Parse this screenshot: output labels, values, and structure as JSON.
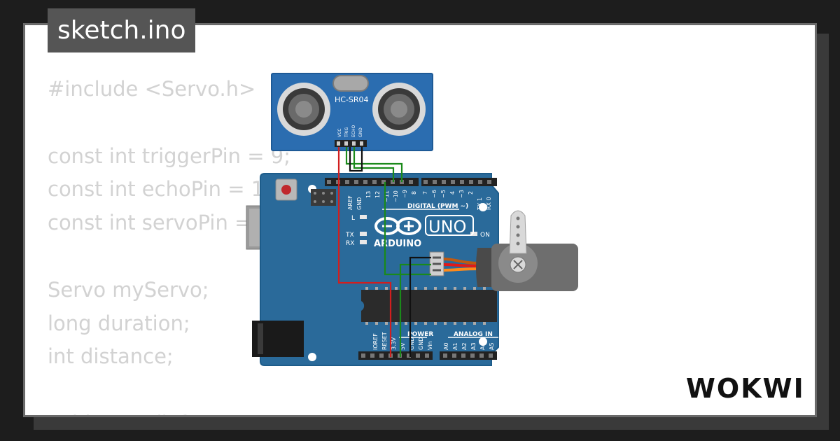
{
  "window": {
    "tab_label": "sketch.ino"
  },
  "code_lines": [
    "#include <Servo.h>",
    "",
    "const int triggerPin = 9;",
    "const int echoPin = 1",
    "const int servoPin =",
    "",
    "Servo myServo;",
    "long duration;",
    "int distance;",
    "",
    "void setup() {"
  ],
  "sensor": {
    "model": "HC-SR04",
    "pins": [
      "VCC",
      "TRIG",
      "ECHO",
      "GND"
    ]
  },
  "board": {
    "name": "UNO",
    "brand": "ARDUINO",
    "digital_header": "DIGITAL (PWM ~)",
    "digital_pins": [
      "AREF",
      "GND",
      "13",
      "12",
      "~11",
      "~10",
      "~9",
      "8",
      "7",
      "~6",
      "~5",
      "4",
      "~3",
      "2",
      "TX 1",
      "RX 0"
    ],
    "power_header": "POWER",
    "power_pins": [
      "IOREF",
      "RESET",
      "3.3V",
      "5V",
      "GND",
      "GND",
      "Vin"
    ],
    "analog_header": "ANALOG IN",
    "analog_pins": [
      "A0",
      "A1",
      "A2",
      "A3",
      "A4",
      "A5"
    ],
    "led_l": "L",
    "led_tx": "TX",
    "led_rx": "RX",
    "led_on": "ON"
  },
  "logo": {
    "text": "WOKWI"
  },
  "colors": {
    "background": "#1d1d1d",
    "card": "#ffffff",
    "tab": "#555555",
    "code_text": "#d2d2d2",
    "board_blue": "#2a6a9a",
    "wire_red": "#d21e1e",
    "wire_green": "#1a8a1a",
    "wire_black": "#111111",
    "servo_body": "#6e6e6e",
    "sensor_blue": "#2b6db0"
  }
}
